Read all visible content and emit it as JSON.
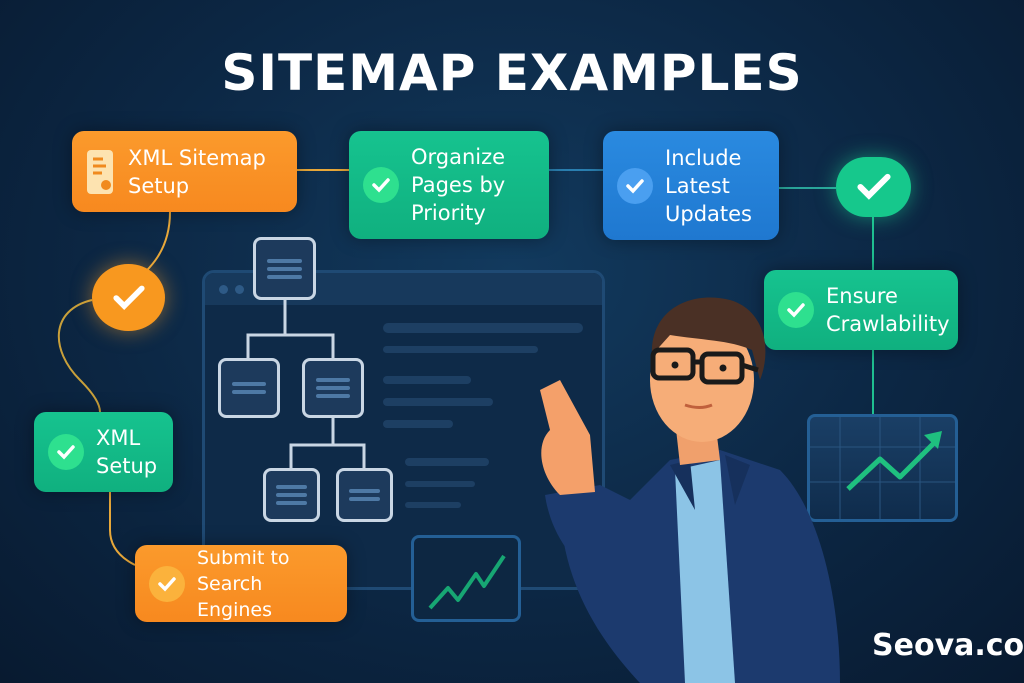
{
  "title": "SITEMAP EXAMPLES",
  "cards": [
    {
      "label_lines": [
        "XML Sitemap",
        "Setup"
      ],
      "color": "#f7891f",
      "icon": "document-gear-icon"
    },
    {
      "label_lines": [
        "Organize",
        "Pages by",
        "Priority"
      ],
      "color": "#10b07f",
      "icon": "check-icon"
    },
    {
      "label_lines": [
        "Include",
        "Latest",
        "Updates"
      ],
      "color": "#1f78d0",
      "icon": "check-icon"
    },
    {
      "label_lines": [
        "Ensure",
        "Crawlability"
      ],
      "color": "#10b07f",
      "icon": "check-icon"
    },
    {
      "label_lines": [
        "XML",
        "Setup"
      ],
      "color": "#10b07f",
      "icon": "check-icon"
    },
    {
      "label_lines": [
        "Submit to",
        "Search Engines"
      ],
      "color": "#f7891f",
      "icon": "check-icon"
    }
  ],
  "brand": "Seova.co"
}
